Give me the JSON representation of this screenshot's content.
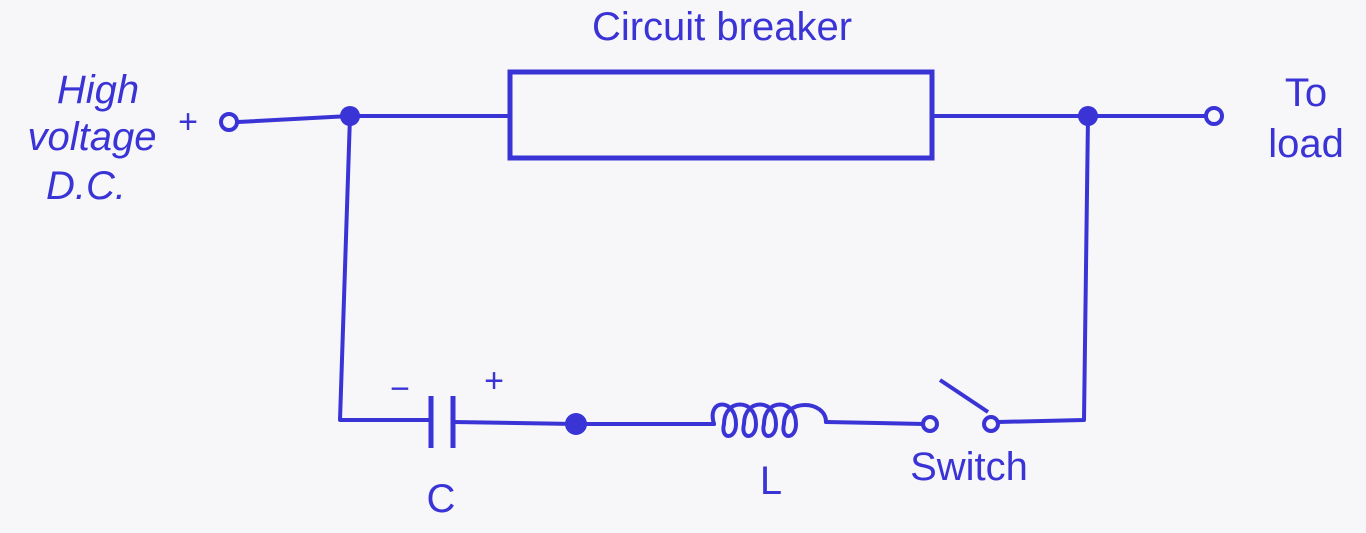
{
  "colors": {
    "ink": "#3a33d6",
    "background": "#f7f7f9"
  },
  "labels": {
    "circuit_breaker": "Circuit breaker",
    "source_line1": "High",
    "source_line2": "voltage",
    "source_line3": "D.C.",
    "source_polarity": "+",
    "load_line1": "To",
    "load_line2": "load",
    "capacitor": "C",
    "capacitor_minus": "−",
    "capacitor_plus": "+",
    "inductor": "L",
    "switch": "Switch"
  },
  "components": {
    "breaker": "rectangle",
    "capacitor": "capacitor-symbol",
    "inductor": "coil-symbol",
    "switch": "open-switch-symbol",
    "terminals": [
      "open-terminal",
      "open-terminal"
    ],
    "junctions": [
      "junction-dot",
      "junction-dot",
      "junction-dot"
    ]
  }
}
